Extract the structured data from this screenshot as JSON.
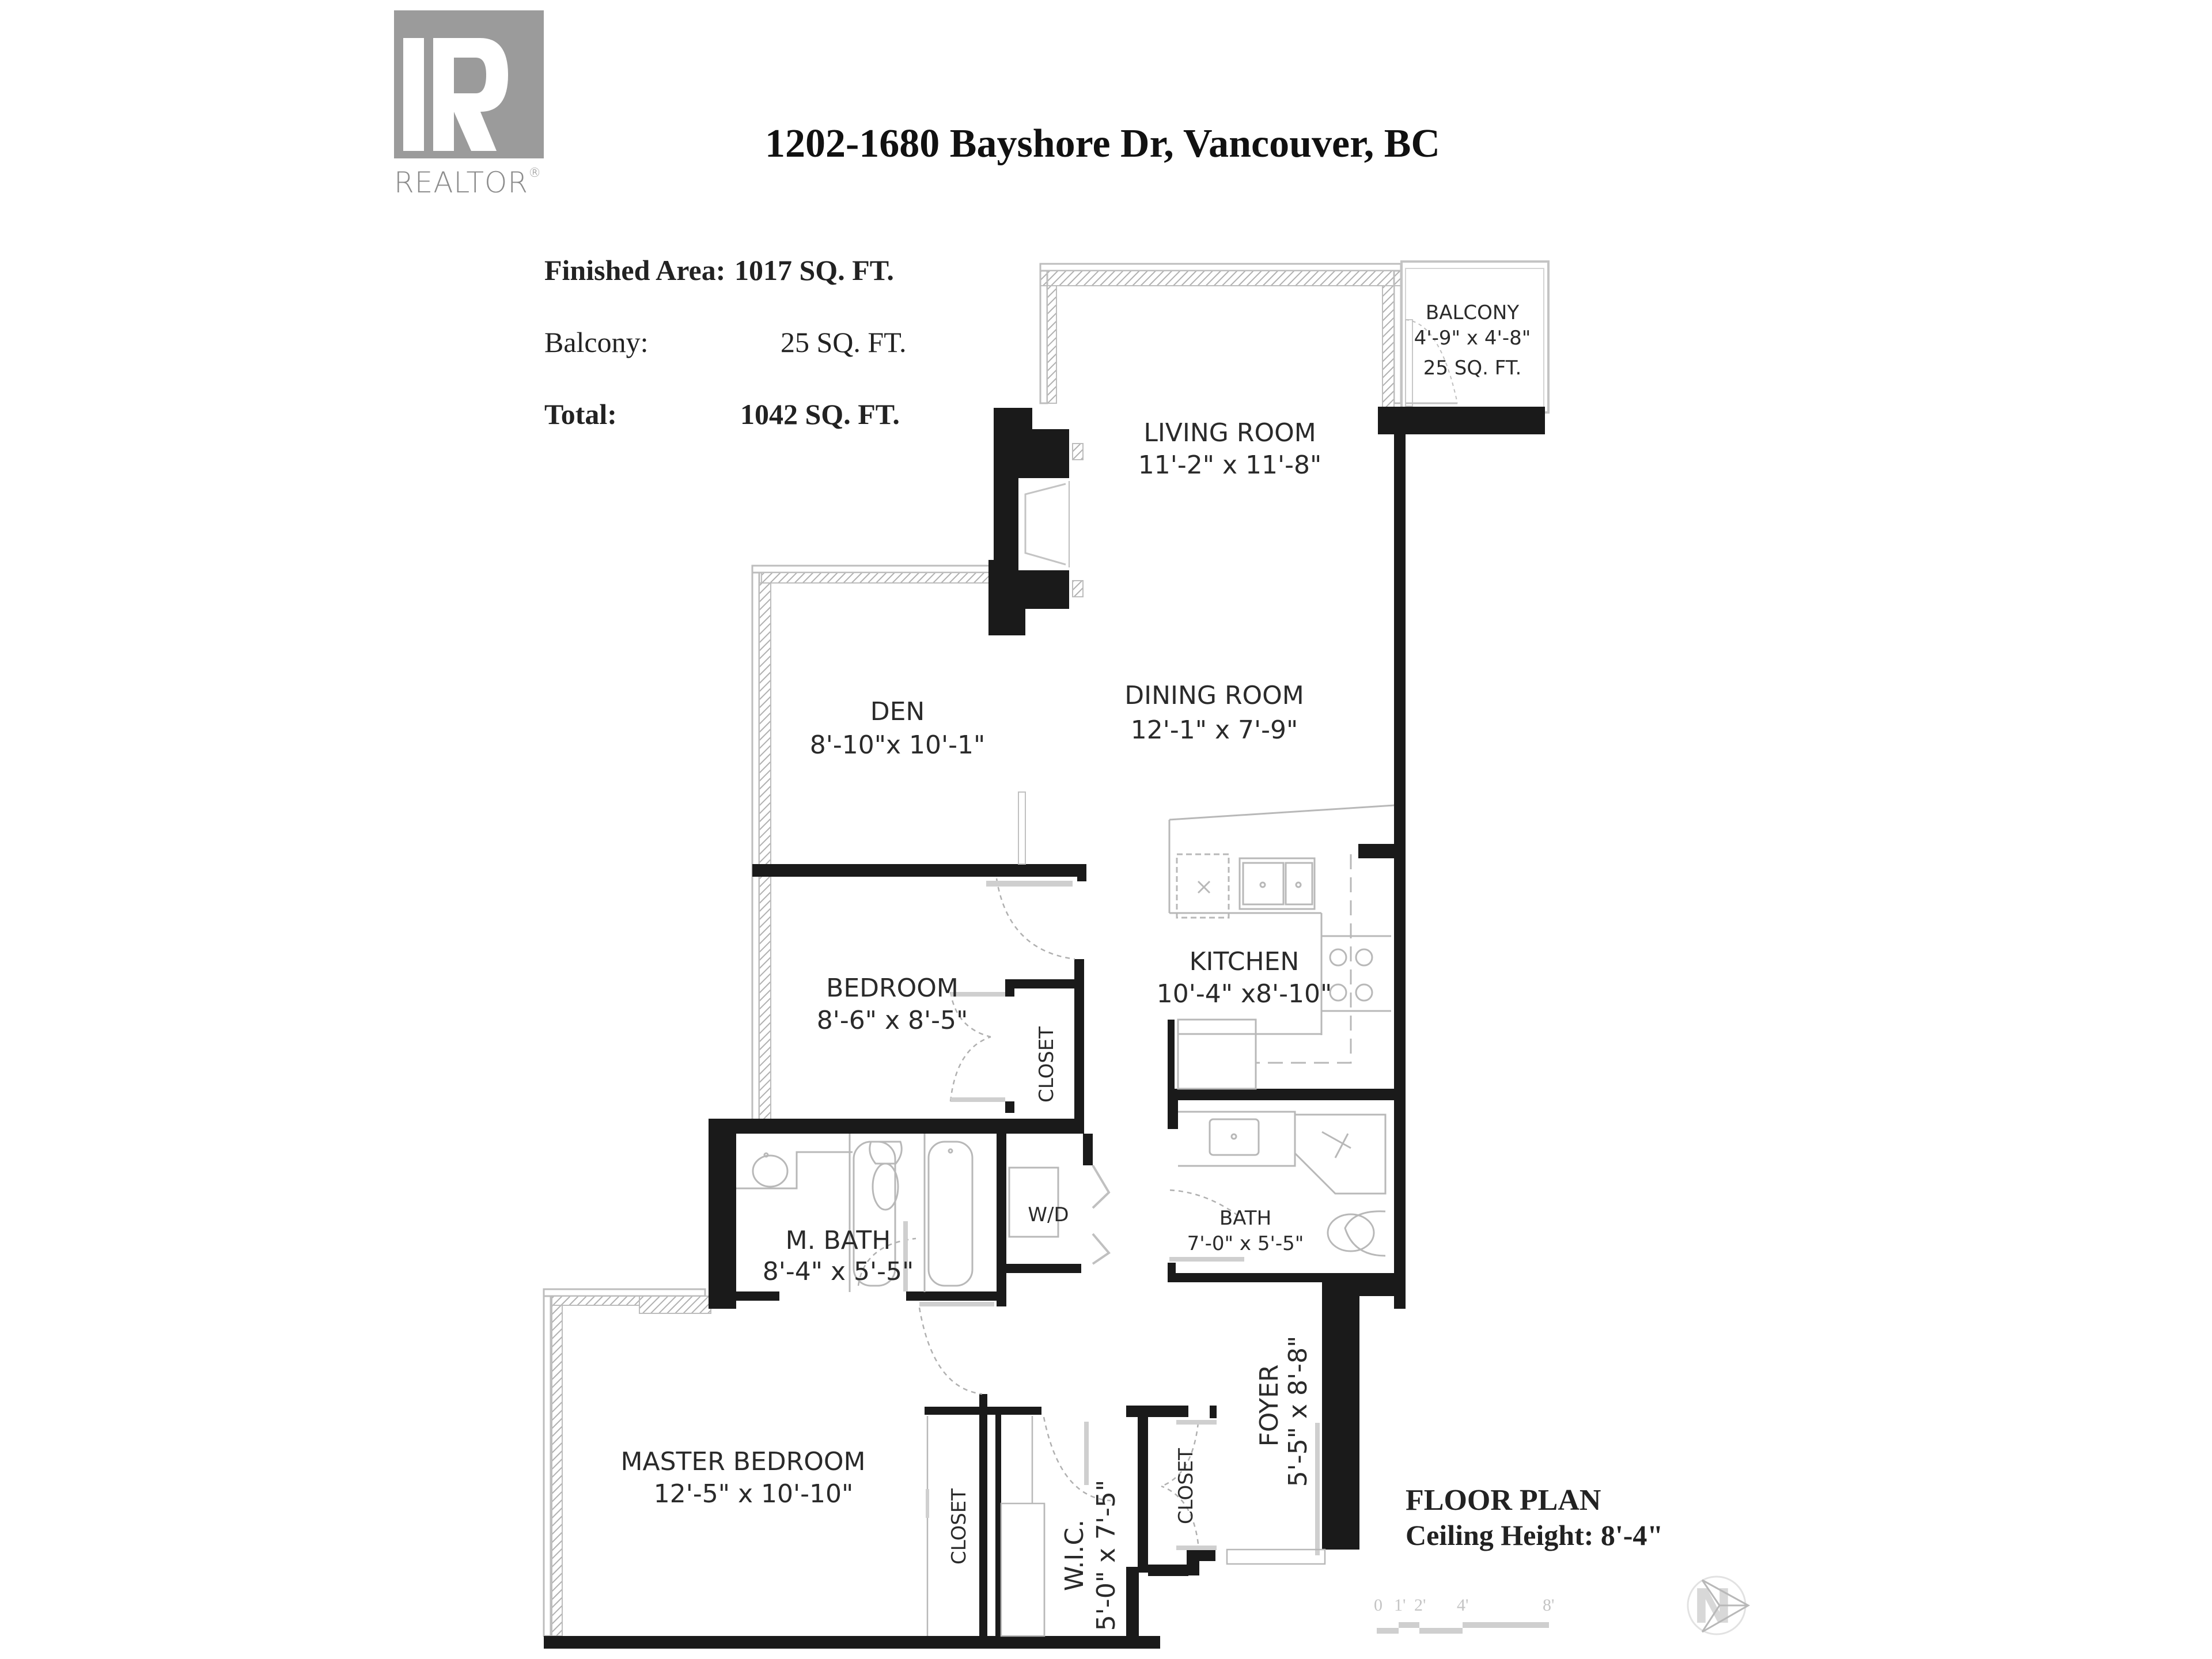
{
  "logo": {
    "wordmark": "REALTOR",
    "reg_mark": "®"
  },
  "title": "1202-1680 Bayshore Dr, Vancouver, BC",
  "area_summary": {
    "finished": {
      "label": "Finished Area:",
      "value": "1017 SQ. FT."
    },
    "balcony": {
      "label": "Balcony:",
      "value": "25 SQ. FT."
    },
    "total": {
      "label": "Total:",
      "value": "1042 SQ. FT."
    }
  },
  "rooms": {
    "balcony": {
      "name": "BALCONY",
      "dims": "4'-9\" x 4'-8\"",
      "area": "25 SQ. FT."
    },
    "living_room": {
      "name": "LIVING ROOM",
      "dims": "11'-2\" x 11'-8\""
    },
    "dining_room": {
      "name": "DINING ROOM",
      "dims": "12'-1\" x 7'-9\""
    },
    "den": {
      "name": "DEN",
      "dims": "8'-10\"x 10'-1\""
    },
    "kitchen": {
      "name": "KITCHEN",
      "dims": "10'-4\" x8'-10\""
    },
    "bedroom": {
      "name": "BEDROOM",
      "dims": "8'-6\" x 8'-5\""
    },
    "bedroom_closet": {
      "name": "CLOSET"
    },
    "master_bath": {
      "name": "M. BATH",
      "dims": "8'-4\" x 5'-5\""
    },
    "laundry": {
      "name": "W/D"
    },
    "bath": {
      "name": "BATH",
      "dims": "7'-0\" x 5'-5\""
    },
    "master_bedroom": {
      "name": "MASTER BEDROOM",
      "dims": "12'-5\" x 10'-10\""
    },
    "master_closet": {
      "name": "CLOSET"
    },
    "walk_in_closet": {
      "name": "W.I.C.",
      "dims": "5'-0\" x 7'-5\""
    },
    "foyer_closet": {
      "name": "CLOSET"
    },
    "foyer": {
      "name": "FOYER",
      "dims": "5'-5\" x 8'-8\""
    }
  },
  "floor_plan_note": {
    "heading": "FLOOR PLAN",
    "ceiling": "Ceiling Height: 8'-4\""
  },
  "scale_bar": {
    "ticks": [
      "0",
      "1'",
      "2'",
      "4'",
      "8'"
    ]
  },
  "north_arrow": {
    "label": "N"
  },
  "colors": {
    "wall": "#1a1a1a",
    "window_hatch": "#b5b5b5",
    "fixture": "#a8a8a8",
    "text": "#2a2a2a",
    "logo_gray": "#9b9b9b"
  }
}
